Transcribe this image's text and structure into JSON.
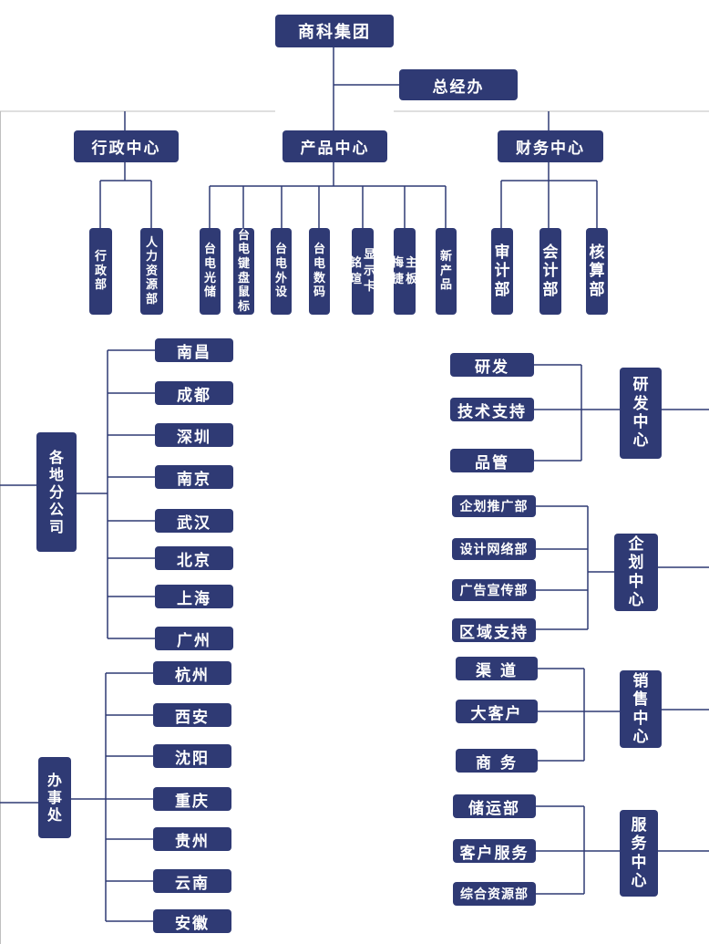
{
  "root": "商科集团",
  "office": "总经办",
  "centers": {
    "admin": {
      "title": "行政中心",
      "depts": [
        "行政部",
        "人力资源部"
      ]
    },
    "product": {
      "title": "产品中心",
      "depts": [
        "台电光储",
        "台电键盘鼠标",
        "台电外设",
        "台电数码",
        "铭瑄显示卡",
        "梅捷主板",
        "新产品"
      ]
    },
    "finance": {
      "title": "财务中心",
      "depts": [
        "审计部",
        "会计部",
        "核算部"
      ]
    }
  },
  "branches": {
    "title": "各地分公司",
    "items": [
      "南昌",
      "成都",
      "深圳",
      "南京",
      "武汉",
      "北京",
      "上海",
      "广州"
    ]
  },
  "offices": {
    "title": "办事处",
    "items": [
      "杭州",
      "西安",
      "沈阳",
      "重庆",
      "贵州",
      "云南",
      "安徽"
    ]
  },
  "rd": {
    "title": "研发中心",
    "items": [
      "研发",
      "技术支持",
      "品管"
    ]
  },
  "planning": {
    "title": "企划中心",
    "items": [
      "企划推广部",
      "设计网络部",
      "广告宣传部",
      "区域支持"
    ]
  },
  "sales": {
    "title": "销售中心",
    "items": [
      "渠  道",
      "大客户",
      "商  务"
    ]
  },
  "service": {
    "title": "服务中心",
    "items": [
      "储运部",
      "客户服务",
      "综合资源部"
    ]
  },
  "colors": {
    "box": "#2f3a74",
    "line": "#2f3a74",
    "frame": "#bfbfbf"
  }
}
